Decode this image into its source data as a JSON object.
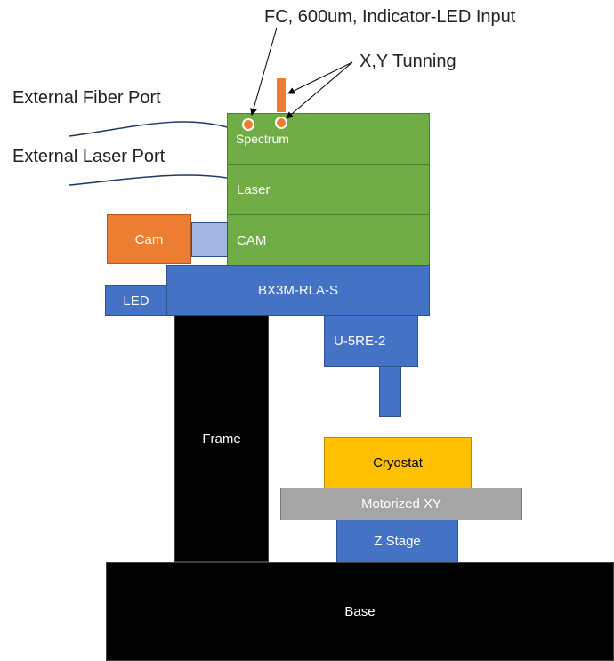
{
  "annotations": {
    "fc_input": "FC, 600um, Indicator-LED Input",
    "xy_tuning": "X,Y Tunning",
    "external_fiber_port": "External Fiber Port",
    "external_laser_port": "External Laser Port"
  },
  "components": {
    "spectrum": "Spectrum",
    "laser": "Laser",
    "cam_module": "CAM",
    "cam": "Cam",
    "led": "LED",
    "bx3m": "BX3M-RLA-S",
    "u5re2": "U-5RE-2",
    "frame": "Frame",
    "cryostat": "Cryostat",
    "motorized_xy": "Motorized XY",
    "z_stage": "Z Stage",
    "base": "Base"
  },
  "colors": {
    "green": "#70ad47",
    "blue": "#4472c4",
    "light_blue": "#a0b5e0",
    "orange": "#ed7d31",
    "yellow": "#ffc000",
    "gray": "#a5a5a5",
    "black": "#000000"
  }
}
